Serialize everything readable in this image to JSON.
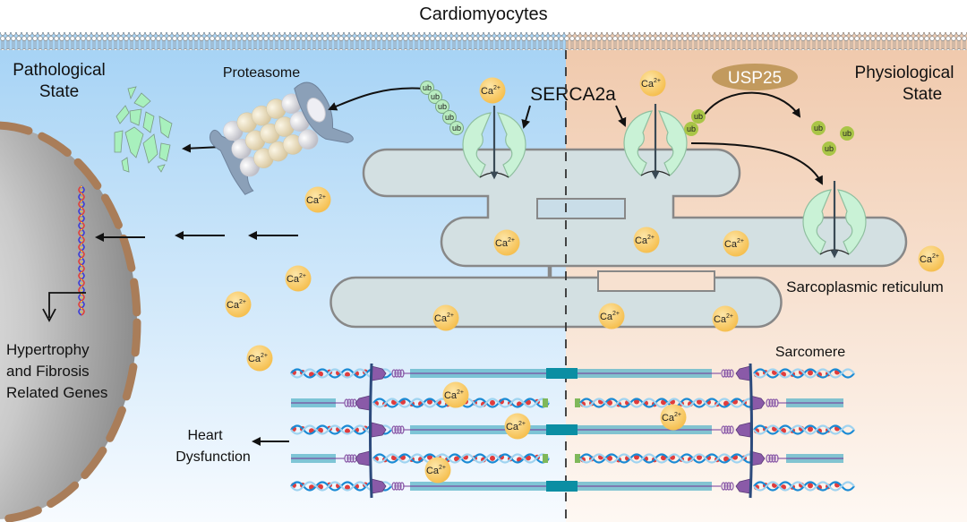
{
  "title": "Cardiomyocytes",
  "states": {
    "pathological": {
      "line1": "Pathological",
      "line2": "State",
      "bg_color": "#a8d4f5"
    },
    "physiological": {
      "line1": "Physiological",
      "line2": "State",
      "bg_color": "#f1cdb2"
    }
  },
  "labels": {
    "proteasome": "Proteasome",
    "serca2a": "SERCA2a",
    "usp25": "USP25",
    "sarcoplasmic_reticulum": "Sarcoplasmic reticulum",
    "sarcomere": "Sarcomere",
    "genes_line1": "Hypertrophy",
    "genes_line2": "and Fibrosis",
    "genes_line3": "Related Genes",
    "heart_line1": "Heart",
    "heart_line2": "Dysfunction"
  },
  "ion": {
    "symbol": "Ca",
    "charge": "2+"
  },
  "ubiquitin": "ub",
  "colors": {
    "serca": "#c9f2d6",
    "serca_stroke": "#8fbf9f",
    "sr_fill": "#d3e0e2",
    "sr_stroke": "#888888",
    "calcium": "#f8c85a",
    "ub_path": "#b8ecc0",
    "ub_phys": "#a9c547",
    "usp25": "#c29a5e",
    "nucleus_edge": "#a97d59",
    "zline": "#2c4a7c",
    "myosin": "#59b4c8",
    "mline": "#0b8ea3",
    "actin_blue": "#1a8ad4",
    "actin_red": "#e03c3c",
    "myosin_head": "#8a5aa8"
  }
}
